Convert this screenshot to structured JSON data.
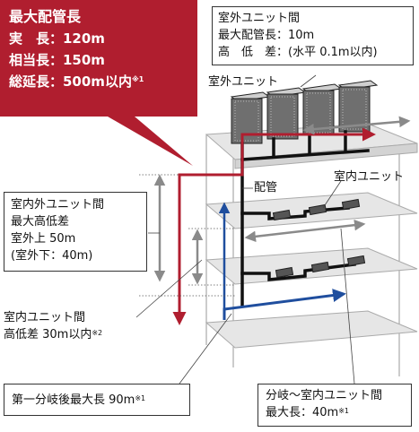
{
  "red_box": {
    "title": "最大配管長",
    "actual_length": "実　長：120m",
    "equivalent_length": "相当長：150m",
    "total_length": "総延長：500m以内",
    "total_length_note": "※1"
  },
  "outdoor_spacing_box": {
    "title": "室外ユニット間",
    "max_pipe": "最大配管長：10m",
    "height_diff": "高　低　差：(水平 0.1m以内)"
  },
  "labels": {
    "outdoor_unit": "室外ユニット",
    "indoor_unit": "室内ユニット",
    "piping": "配管"
  },
  "indoor_outdoor_box": {
    "line1": "室内外ユニット間",
    "line2": "最大高低差",
    "line3": "室外上 50m",
    "line4": "(室外下：40m)"
  },
  "indoor_units_text": {
    "line1": "室内ユニット間",
    "line2": "高低差 30m以内",
    "note": "※2"
  },
  "first_branch_box": {
    "text": "第一分岐後最大長 90m",
    "note": "※1"
  },
  "branch_box": {
    "line1": "分岐～室内ユニット間",
    "line2": "最大長：40m",
    "note": "※1"
  },
  "colors": {
    "accent_red": "#b01e2f",
    "pipe_blue": "#1f4e9e",
    "floor_gray": "#e6e6e6",
    "arrow_gray": "#8a8a8a"
  }
}
